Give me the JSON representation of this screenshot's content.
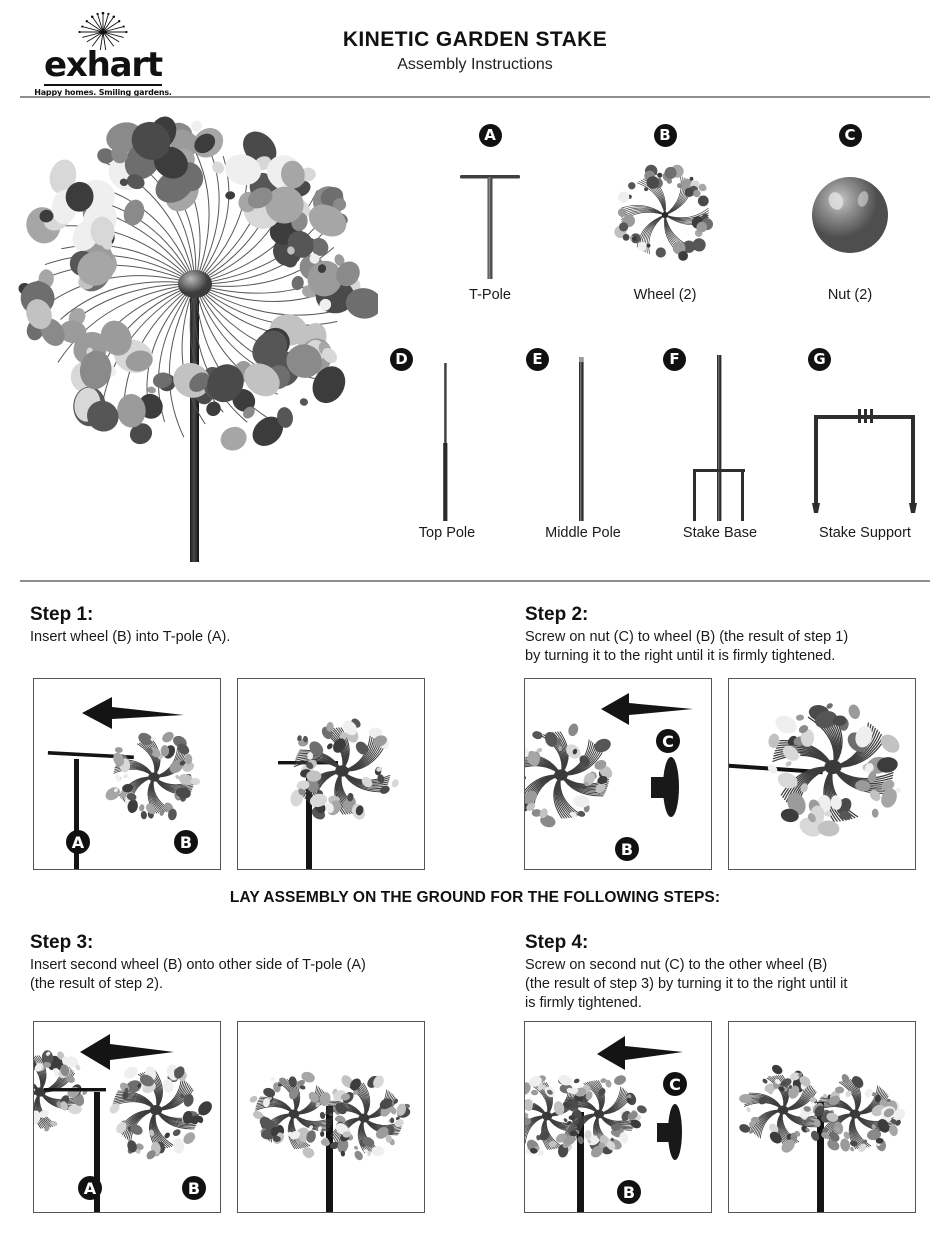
{
  "brand": {
    "name": "exhart",
    "tagline": "Happy homes. Smiling gardens.",
    "logo_icon": "dandelion-burst-icon"
  },
  "header": {
    "title": "KINETIC GARDEN STAKE",
    "subtitle": "Assembly Instructions"
  },
  "colors": {
    "ink": "#111111",
    "rule": "#8e8e8e",
    "panel_border": "#555555",
    "metal_dark": "#3a3a3a",
    "metal_mid": "#7d7d7d",
    "metal_light": "#c9c9c9",
    "badge_bg": "#111111",
    "badge_fg": "#ffffff"
  },
  "hero": {
    "alt": "Assembled kinetic garden stake wind spinner"
  },
  "parts": [
    {
      "letter": "A",
      "label": "T-Pole",
      "icon": "t-pole-icon"
    },
    {
      "letter": "B",
      "label": "Wheel (2)",
      "icon": "wheel-icon"
    },
    {
      "letter": "C",
      "label": "Nut (2)",
      "icon": "nut-sphere-icon"
    },
    {
      "letter": "D",
      "label": "Top Pole",
      "icon": "top-pole-icon"
    },
    {
      "letter": "E",
      "label": "Middle Pole",
      "icon": "middle-pole-icon"
    },
    {
      "letter": "F",
      "label": "Stake Base",
      "icon": "stake-base-icon"
    },
    {
      "letter": "G",
      "label": "Stake Support",
      "icon": "stake-support-icon"
    }
  ],
  "banner": "LAY ASSEMBLY ON THE GROUND FOR THE FOLLOWING STEPS:",
  "steps": [
    {
      "heading": "Step 1:",
      "text": "Insert wheel (B) into T-pole (A).",
      "panels": [
        {
          "caption_badges": [
            "A",
            "B"
          ],
          "has_arrow": true
        },
        {
          "caption_badges": [],
          "has_arrow": false
        }
      ]
    },
    {
      "heading": "Step 2:",
      "text": "Screw on nut (C) to wheel (B) (the result of step 1)\nby turning it to the right until it is firmly tightened.",
      "panels": [
        {
          "caption_badges": [
            "C",
            "B"
          ],
          "has_arrow": true
        },
        {
          "caption_badges": [],
          "has_arrow": false
        }
      ]
    },
    {
      "heading": "Step 3:",
      "text": "Insert second wheel (B) onto other side of T-pole (A)\n(the result of step 2).",
      "panels": [
        {
          "caption_badges": [
            "A",
            "B"
          ],
          "has_arrow": true
        },
        {
          "caption_badges": [],
          "has_arrow": false
        }
      ]
    },
    {
      "heading": "Step 4:",
      "text": "Screw on second nut (C) to the other wheel (B)\n(the result of step 3) by turning it to the right until it\nis firmly tightened.",
      "panels": [
        {
          "caption_badges": [
            "C",
            "B"
          ],
          "has_arrow": true
        },
        {
          "caption_badges": [],
          "has_arrow": false
        }
      ]
    }
  ]
}
